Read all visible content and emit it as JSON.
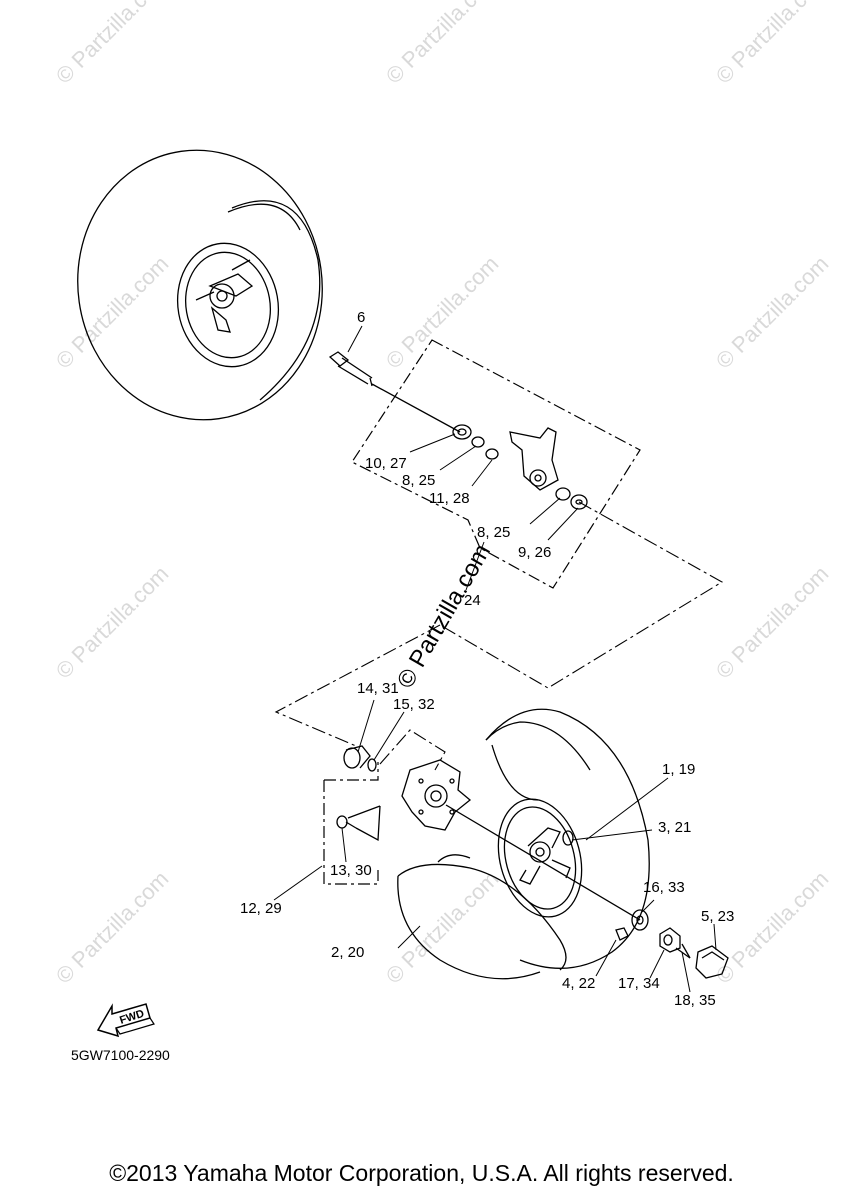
{
  "watermark": {
    "small": "© Partzilla.com",
    "center": "© Partzilla.com"
  },
  "diagram_code": "5GW7100-2290",
  "fwd_label": "FWD",
  "labels": {
    "l6": "6",
    "l10_27": "10, 27",
    "l8_25a": "8, 25",
    "l11_28": "11, 28",
    "l8_25b": "8, 25",
    "l9_26": "9, 26",
    "l24": "24",
    "l14_31": "14, 31",
    "l15_32": "15, 32",
    "l1_19": "1, 19",
    "l3_21": "3, 21",
    "l13_30": "13, 30",
    "l12_29": "12, 29",
    "l16_33": "16, 33",
    "l5_23": "5, 23",
    "l2_20": "2, 20",
    "l4_22": "4, 22",
    "l17_34": "17, 34",
    "l18_35": "18, 35"
  },
  "copyright": "©2013 Yamaha Motor Corporation, U.S.A. All rights reserved."
}
